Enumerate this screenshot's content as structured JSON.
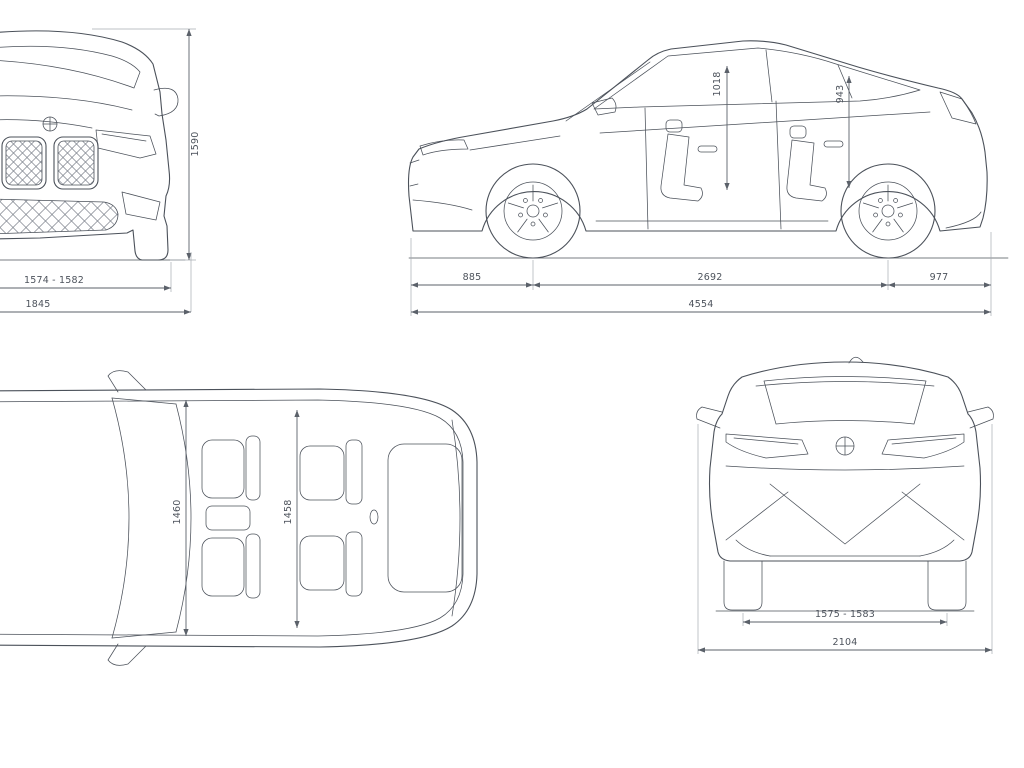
{
  "colors": {
    "line": "#4b515a",
    "dim": "#5b616a",
    "text": "#4d535c",
    "bg": "#ffffff"
  },
  "diagram": {
    "views": {
      "front": {
        "height": "1590",
        "track_width": "1574 - 1582",
        "overall_width": "1845"
      },
      "side": {
        "front_headroom": "1018",
        "rear_headroom": "943",
        "front_overhang": "885",
        "wheelbase": "2692",
        "rear_overhang": "977",
        "overall_length": "4554"
      },
      "top": {
        "front_interior_width": "1460",
        "rear_interior_width": "1458"
      },
      "rear": {
        "track_width": "1575 - 1583",
        "overall_width": "2104"
      }
    }
  }
}
